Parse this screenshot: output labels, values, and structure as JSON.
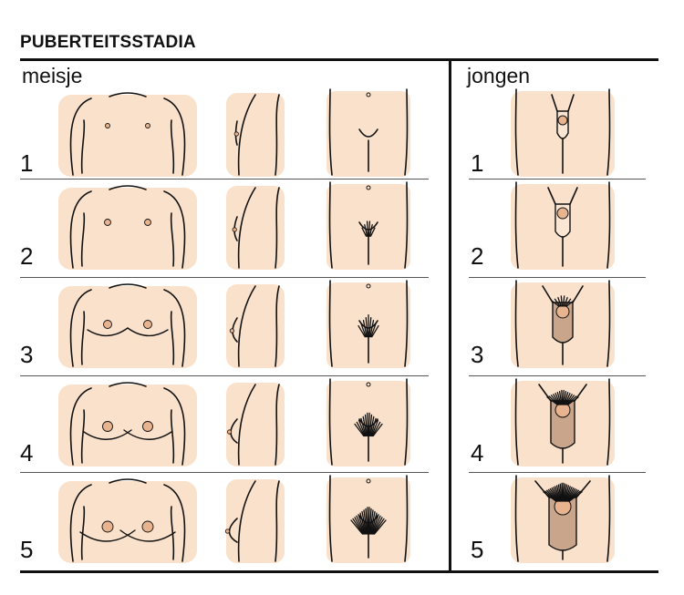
{
  "title": "PUBERTEITSSTADIA",
  "girl_header": "meisje",
  "boy_header": "jongen",
  "stages": [
    {
      "label": "1",
      "stage": 1
    },
    {
      "label": "2",
      "stage": 2
    },
    {
      "label": "3",
      "stage": 3
    },
    {
      "label": "4",
      "stage": 4
    },
    {
      "label": "5",
      "stage": 5
    }
  ],
  "colors": {
    "skin": "#f9dcc2",
    "skin_light": "#fbe6d3",
    "nipple": "#e8b48f",
    "line": "#111111",
    "scrotum": "#c9a58c",
    "hair": "#222222"
  },
  "icons": {
    "girl_front": "torso-front-icon",
    "girl_side": "torso-side-icon",
    "girl_pelvis": "pelvis-front-icon",
    "boy_pelvis": "genital-front-icon"
  }
}
